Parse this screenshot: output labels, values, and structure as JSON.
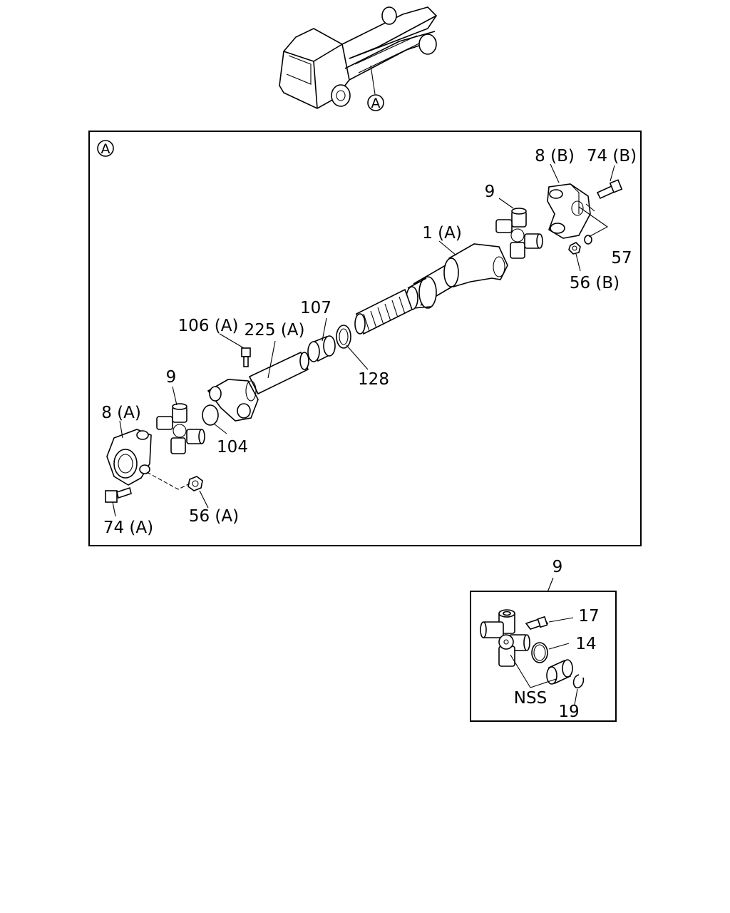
{
  "overview": {
    "callout": "A"
  },
  "main_panel": {
    "callout": "A",
    "labels": {
      "p8b": "8 (B)",
      "p74b": "74 (B)",
      "p9_right": "9",
      "p1a": "1 (A)",
      "p57": "57",
      "p56b": "56 (B)",
      "p107": "107",
      "p106a": "106 (A)",
      "p225a": "225 (A)",
      "p128": "128",
      "p9_left": "9",
      "p8a": "8 (A)",
      "p104": "104",
      "p74a": "74 (A)",
      "p56a": "56 (A)"
    }
  },
  "detail_panel": {
    "ref": "9",
    "labels": {
      "p17": "17",
      "p14": "14",
      "nss": "NSS",
      "p19": "19"
    }
  }
}
